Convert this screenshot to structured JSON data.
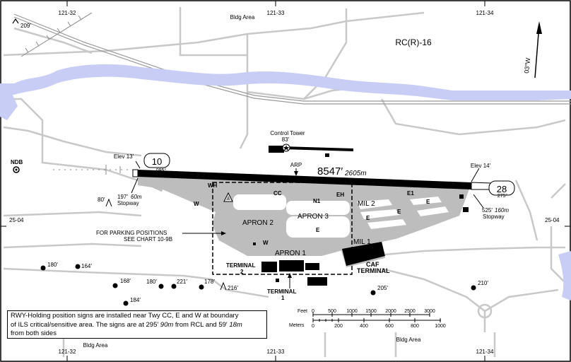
{
  "grid": {
    "top": [
      "121-32",
      "121-33",
      "121-34"
    ],
    "bottom": [
      "121-32",
      "121-33",
      "121-34"
    ],
    "left": "25-04",
    "right": "25-04"
  },
  "bldg_area": {
    "top": "Bldg Area",
    "bottom_left": "Bldg Area",
    "bottom_right": "Bldg Area"
  },
  "restricted_area": "RC(R)-16",
  "magnetic_variation": "03°W",
  "control_tower": {
    "label": "Control Tower",
    "height": "83′"
  },
  "runway": {
    "length_ft": "8547′",
    "length_m": "2605m",
    "arp": "ARP",
    "end_west": {
      "number": "10",
      "heading": "095°",
      "elevation": "Elev 13′"
    },
    "end_east": {
      "number": "28",
      "heading": "275°",
      "elevation": "Elev 14′"
    },
    "stopway_west": {
      "ft": "197′",
      "m": "60m",
      "label": "Stopway"
    },
    "stopway_east": {
      "ft": "525′",
      "m": "160m",
      "label": "Stopway"
    }
  },
  "ndb": "NDB",
  "taxiways": {
    "wh": "WH",
    "w1": "W",
    "w2": "W",
    "cc": "CC",
    "n1": "N1",
    "eh": "EH",
    "e1": "E1",
    "e2": "E",
    "e3": "E",
    "e4": "E",
    "e5": "E"
  },
  "aprons": {
    "apron1": "APRON 1",
    "apron2": "APRON 2",
    "apron3": "APRON 3",
    "mil1": "MIL 1",
    "mil2": "MIL 2"
  },
  "terminals": {
    "t2_line1": "TERMINAL",
    "t2_line2": "2",
    "t1_line1": "TERMINAL",
    "t1_line2": "1",
    "caf_line1": "CAF",
    "caf_line2": "TERMINAL"
  },
  "parking_note": {
    "line1": "FOR PARKING POSITIONS",
    "line2": "SEE CHART 10-9B"
  },
  "obstacles": [
    "209′",
    "80′",
    "180′",
    "164′",
    "168′",
    "180′",
    "221′",
    "178′",
    "216′",
    "184′",
    "205′",
    "210′"
  ],
  "scale": {
    "feet_label": "Feet",
    "meters_label": "Meters",
    "feet_ticks": [
      "0",
      "500",
      "1000",
      "1500",
      "2000",
      "2500",
      "3000"
    ],
    "meter_ticks": [
      "0",
      "200",
      "400",
      "600",
      "800",
      "1000"
    ]
  },
  "note": {
    "line1": "RWY-Holding position signs are installed near Twy CC, E and W at boundary",
    "line2_a": "of ILS critical/sensitive area.  The signs are at 295′ ",
    "line2_b": "90m",
    "line2_c": " from RCL and 59′ ",
    "line2_d": "18m",
    "line3": "from both sides"
  },
  "colors": {
    "river": "#c8cdf5",
    "roads": "#c8c8c8",
    "apron": "#bdbdbd",
    "runway": "#000000"
  }
}
